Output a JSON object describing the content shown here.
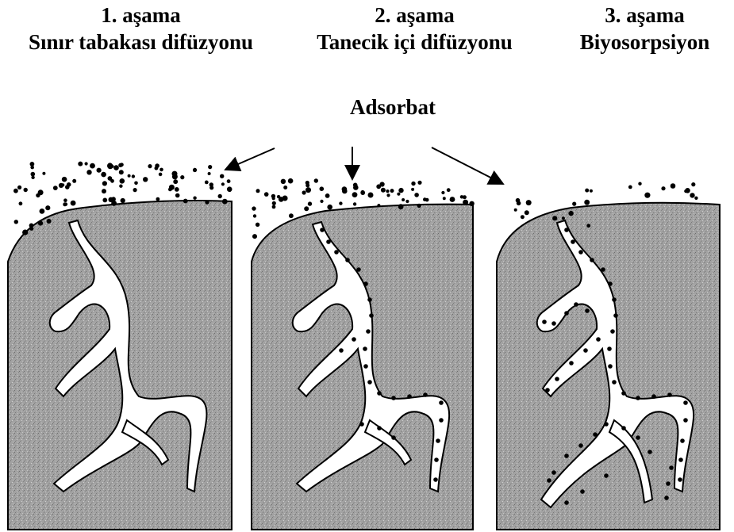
{
  "stages": [
    {
      "number": "1. aşama",
      "name": "Sınır tabakası difüzyonu"
    },
    {
      "number": "2. aşama",
      "name": "Tanecik içi difüzyonu"
    },
    {
      "number": "3. aşama",
      "name": "Biyosorpsiyon"
    }
  ],
  "adsorbate_label": "Adsorbat",
  "colors": {
    "particle_fill": "#9c9c9c",
    "pore": "#ffffff",
    "outline": "#000000",
    "dots": "#000000"
  }
}
